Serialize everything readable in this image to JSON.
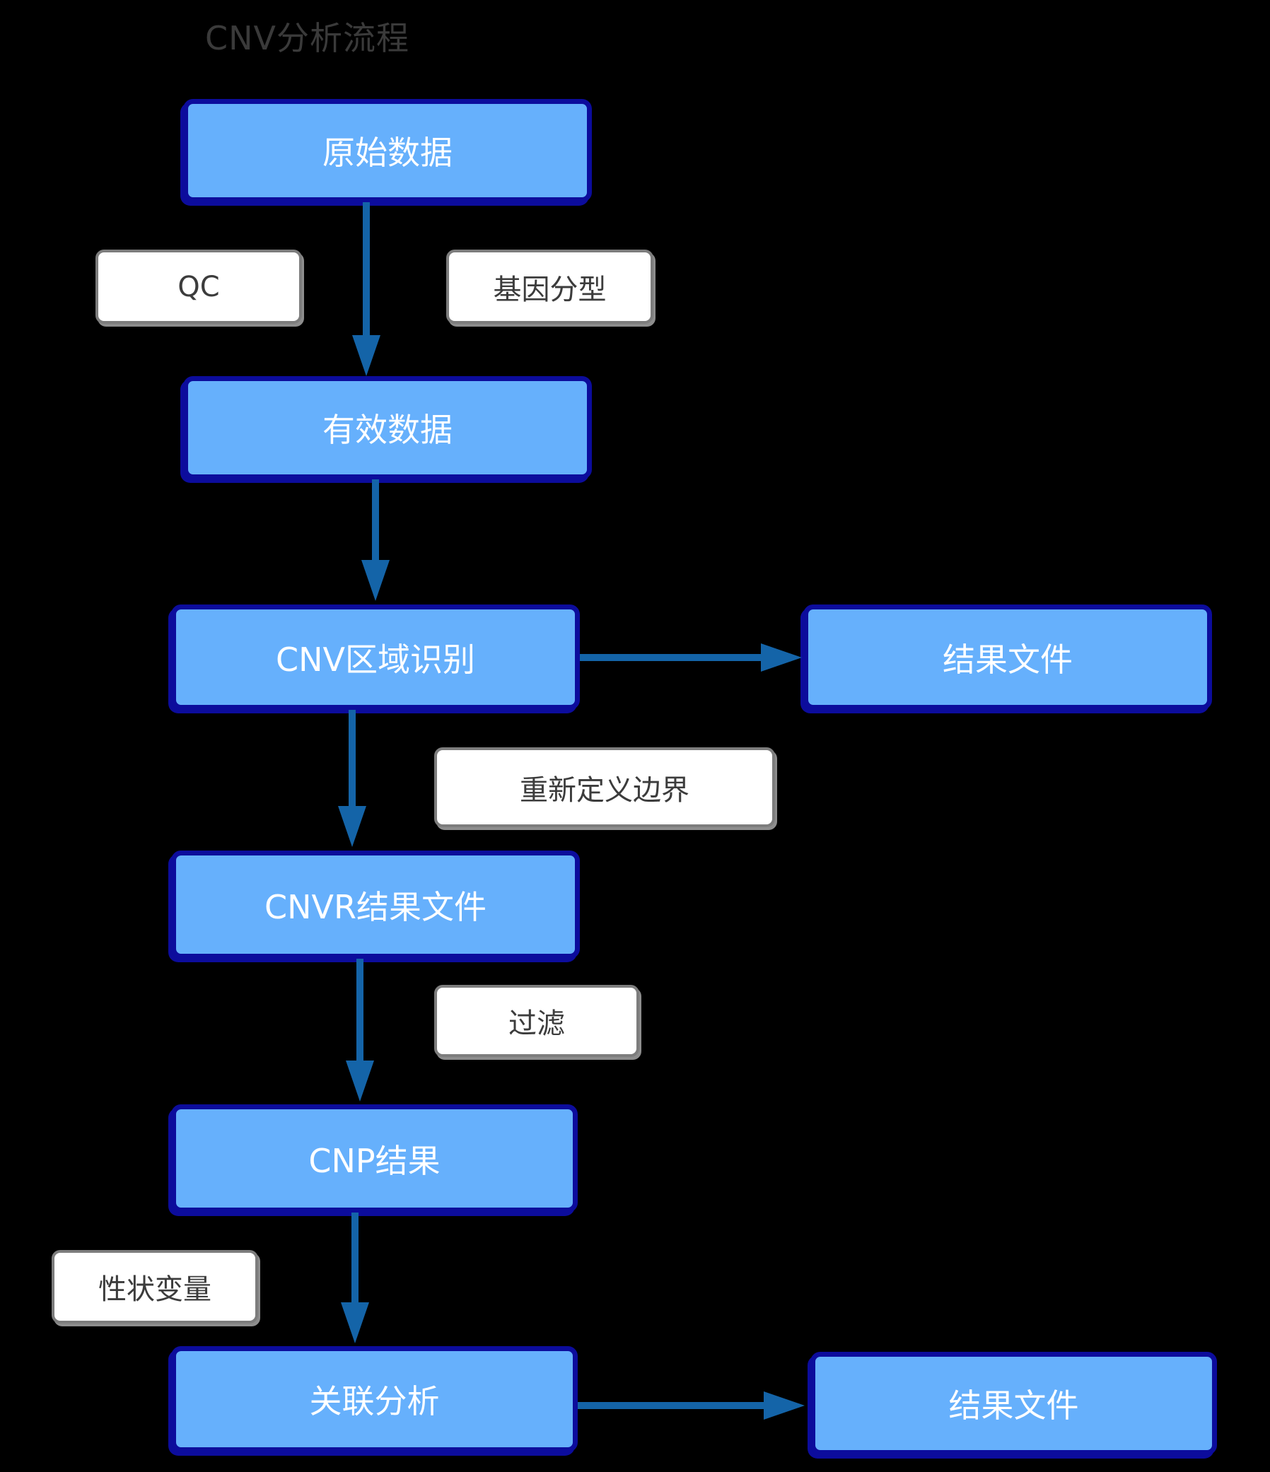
{
  "title": "CNV分析流程",
  "nodes": {
    "raw_data": "原始数据",
    "valid_data": "有效数据",
    "cnv_region": "CNV区域识别",
    "result_file_top": "结果文件",
    "cnvr_result": "CNVR结果文件",
    "cnp_result": "CNP结果",
    "association": "关联分析",
    "result_file_bottom": "结果文件"
  },
  "edge_labels": {
    "qc": "QC",
    "genotyping": "基因分型",
    "redefine_boundary": "重新定义边界",
    "filter": "过滤",
    "trait_variable": "性状变量"
  },
  "colors": {
    "background": "#000000",
    "node_fill": "#66b0fc",
    "node_border": "#0c0c9c",
    "node_text": "#ffffff",
    "label_fill": "#ffffff",
    "label_border": "#7d7d7d",
    "label_text": "#3c3c3c",
    "arrow": "#1464a8",
    "title_text": "#3a3a3a"
  }
}
